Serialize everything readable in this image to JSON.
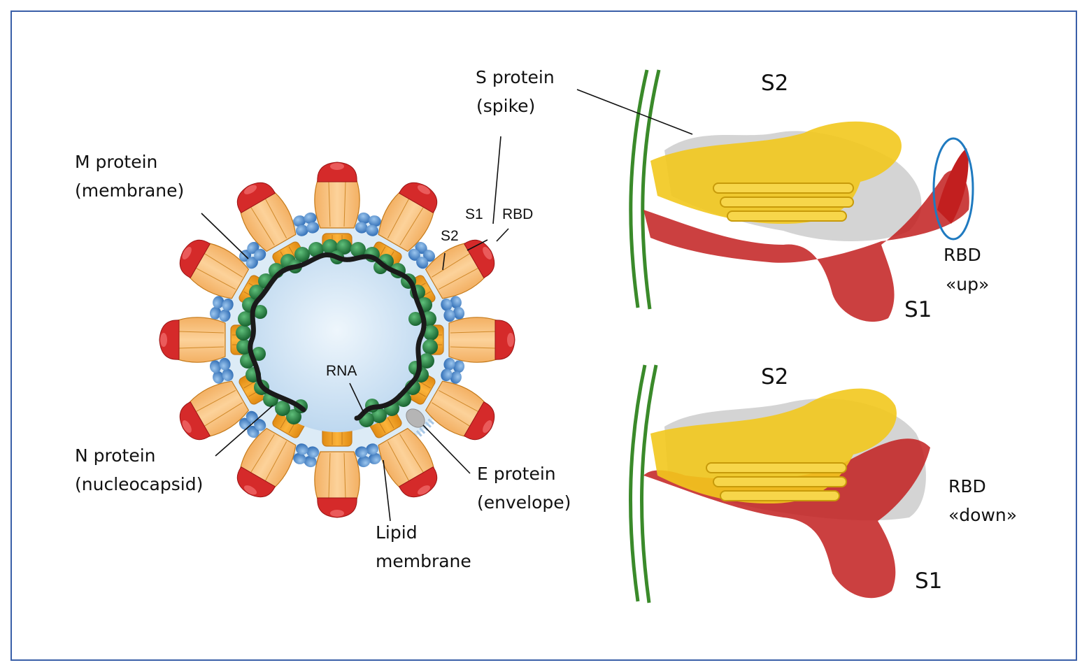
{
  "labels": {
    "m_protein_1": "M protein",
    "m_protein_2": "(membrane)",
    "s_protein_1": "S protein",
    "s_protein_2": "(spike)",
    "s1_small": "S1",
    "rbd_small": "RBD",
    "s2_small": "S2",
    "rna": "RNA",
    "n_protein_1": "N protein",
    "n_protein_2": "(nucleocapsid)",
    "e_protein_1": "E protein",
    "e_protein_2": "(envelope)",
    "lipid_1": "Lipid",
    "lipid_2": "membrane",
    "top_s2": "S2",
    "top_s1": "S1",
    "rbd_up_1": "RBD",
    "rbd_up_2": "«up»",
    "bottom_s2": "S2",
    "bottom_s1": "S1",
    "rbd_down_1": "RBD",
    "rbd_down_2": "«down»"
  },
  "colors": {
    "frame": "#3a5fa8",
    "spike_orange": "#f6a21f",
    "spike_light": "#f9c57a",
    "rbd_red": "#d52a2a",
    "m_blue": "#3f7fc6",
    "n_green": "#1f7a3a",
    "rna_black": "#1a1a1a",
    "core": "#cfe3f3",
    "e_grey": "#b5b5b5",
    "helix_yellow": "#f2c81d",
    "chain_red": "#c21f1f",
    "chain_grey": "#bdbdbd",
    "membrane_green": "#3a8a2a",
    "rbd_circle": "#1f7ac0"
  }
}
